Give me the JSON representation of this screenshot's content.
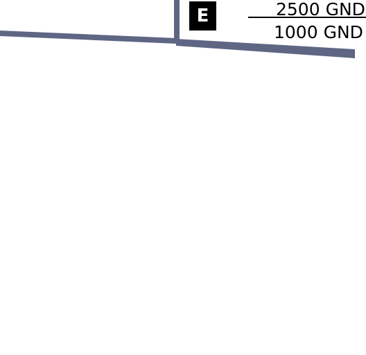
{
  "airspace": {
    "class": "E",
    "upper_limit": "2500 GND",
    "lower_limit": "1000 GND"
  },
  "colors": {
    "boundary": "#5f6684",
    "badge_background": "#000000",
    "badge_text": "#ffffff",
    "map_background": "#ffffff"
  }
}
